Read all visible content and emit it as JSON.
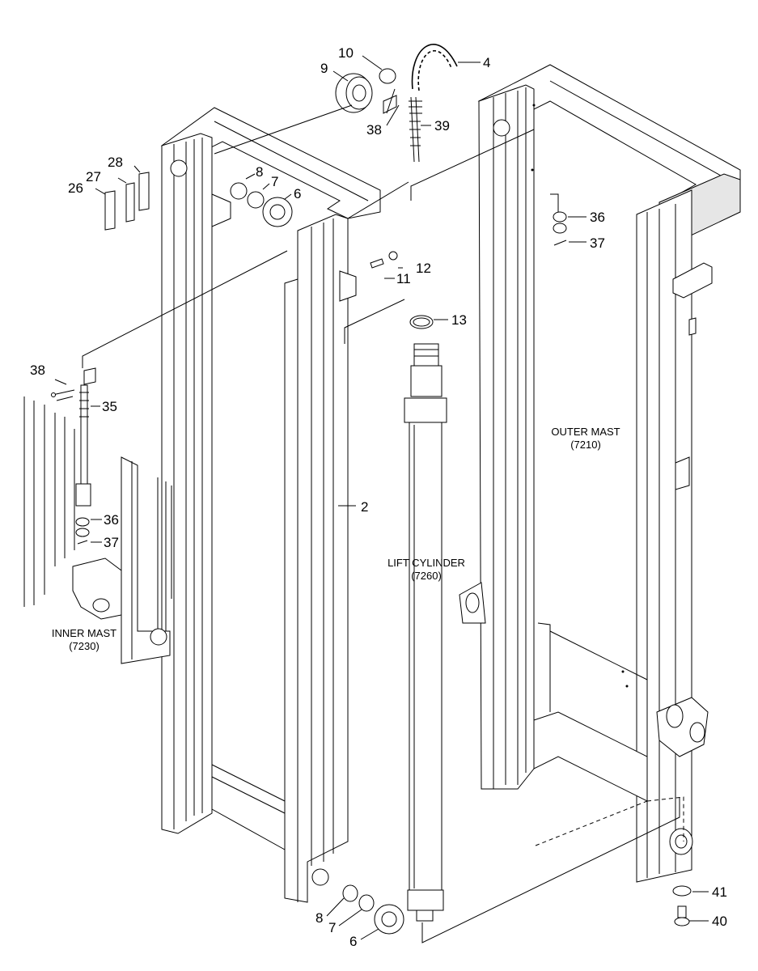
{
  "part_numbers": {
    "p2": "2",
    "p4": "4",
    "p6a": "6",
    "p6b": "6",
    "p7a": "7",
    "p7b": "7",
    "p8a": "8",
    "p8b": "8",
    "p9": "9",
    "p10": "10",
    "p11": "11",
    "p12": "12",
    "p13": "13",
    "p26": "26",
    "p27": "27",
    "p28": "28",
    "p35": "35",
    "p36a": "36",
    "p36b": "36",
    "p37a": "37",
    "p37b": "37",
    "p38a": "38",
    "p38b": "38",
    "p39": "39",
    "p40": "40",
    "p41": "41"
  },
  "assemblies": {
    "outer_mast": {
      "name": "OUTER MAST",
      "code": "(7210)"
    },
    "lift_cylinder": {
      "name": "LIFT CYLINDER",
      "code": "(7260)"
    },
    "inner_mast": {
      "name": "INNER MAST",
      "code": "(7230)"
    }
  }
}
